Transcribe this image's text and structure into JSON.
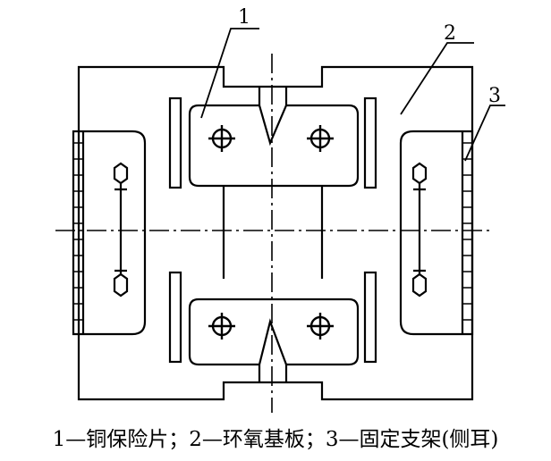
{
  "labels": {
    "part1": "1",
    "part2": "2",
    "part3": "3"
  },
  "caption": "1—铜保险片；2—环氧基板；3—固定支架(侧耳)",
  "colors": {
    "line": "#000000",
    "background": "#ffffff"
  }
}
